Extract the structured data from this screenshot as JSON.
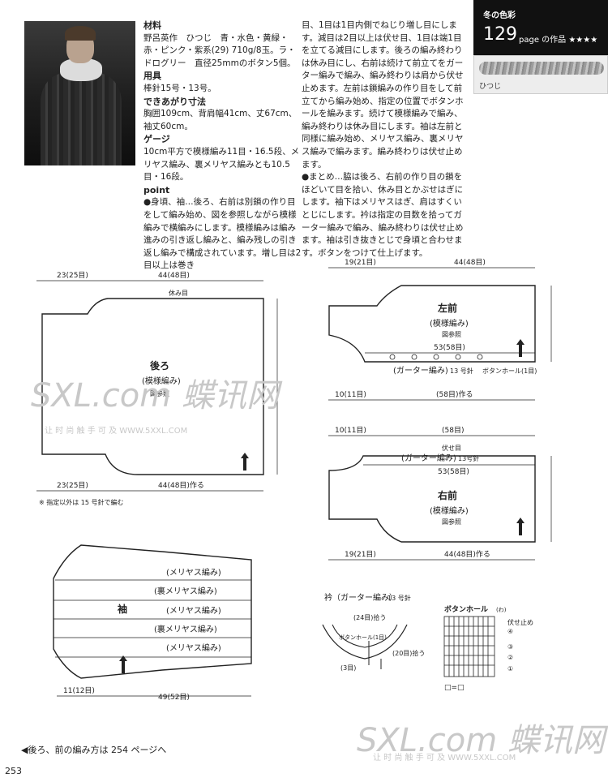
{
  "header": {
    "badge_title": "冬の色彩",
    "badge_number": "129",
    "badge_suffix": "page の作品 ★★★★",
    "yarn_label": "ひつじ"
  },
  "text_left": {
    "materials_head": "材料",
    "materials_body": "野呂英作　ひつじ　青・水色・黄緑・赤・ピンク・紫系(29) 710g/8玉。ラ・ドログリー　直径25mmのボタン5個。",
    "tools_head": "用具",
    "tools_body": "棒針15号・13号。",
    "size_head": "できあがり寸法",
    "size_body": "胸囲109cm、背肩幅41cm、丈67cm、袖丈60cm。",
    "gauge_head": "ゲージ",
    "gauge_body": "10cm平方で模様編み11目・16.5段、メリヤス編み、裏メリヤス編みとも10.5目・16段。",
    "point_head": "point",
    "point_body": "●身頃、袖…後ろ、右前は別鎖の作り目をして編み始め、図を参照しながら模様編みで横編みにします。模様編みは編み進みの引き返し編みと、編み残しの引き返し編みで構成されています。増し目は2目以上は巻き"
  },
  "text_right": {
    "body": "目、1目は1目内側でねじり増し目にします。減目は2目以上は伏せ目、1目は端1目を立てる減目にします。後ろの編み終わりは休み目にし、右前は続けて前立てをガーター編みで編み、編み終わりは肩から伏せ止めます。左前は鎖編みの作り目をして前立てから編み始め、指定の位置でボタンホールを編みます。続けて模様編みで編み、編み終わりは休み目にします。袖は左前と同様に編み始め、メリヤス編み、裏メリヤス編みで編みます。編み終わりは伏せ止めます。",
    "summary": "●まとめ…脇は後ろ、右前の作り目の鎖をほどいて目を拾い、休み目とかぶせはぎにします。袖下はメリヤスはぎ、肩はすくいとじにします。衿は指定の目数を拾ってガーター編みで編み、編み終わりは伏せ止めます。袖は引き抜きとじで身頃と合わせます。ボタンをつけて仕上げます。"
  },
  "back": {
    "dim_top_left": "23(25目)",
    "dim_top_right": "44(48目)",
    "rest": "休み目",
    "title": "後ろ",
    "pattern": "(模様編み)",
    "ref": "図参照",
    "dim_bottom_left": "23(25目)",
    "dim_bottom_right": "44(48目)作る",
    "note": "※ 指定以外は 15 号針で編む"
  },
  "left_front": {
    "dim_top_left": "19(21目)",
    "dim_top_right": "44(48目)",
    "title": "左前",
    "pattern": "(模様編み)",
    "ref": "図参照",
    "band": "(ガーター編み)",
    "needle": "13 号針",
    "buttonhole": "ボタンホール(1目)",
    "count": "53(58目)",
    "dim_bottom_left": "10(11目)",
    "dim_bottom_right": "(58目)作る"
  },
  "right_front": {
    "dim_top_left": "10(11目)",
    "dim_top_right": "(58目)",
    "bind_off": "伏せ目",
    "band": "(ガーター編み)",
    "needle": "13号針",
    "count": "53(58目)",
    "title": "右前",
    "pattern": "(模様編み)",
    "ref": "図参照",
    "dim_bottom_left": "19(21目)",
    "dim_bottom_right": "44(48目)作る"
  },
  "sleeve": {
    "title": "袖",
    "rows": [
      "(メリヤス編み)",
      "(裏メリヤス編み)",
      "(メリヤス編み)",
      "(裏メリヤス編み)",
      "(メリヤス編み)"
    ],
    "dim_bottom_left": "11(12目)",
    "dim_bottom_right": "49(52目)"
  },
  "collar": {
    "title": "衿（ガーター編み）",
    "needle": "13 号針",
    "top": "(24目)拾う",
    "bh": "ボタンホール(1目)",
    "pick": "(20目)拾う",
    "edge": "(3目)"
  },
  "buttonhole_chart": {
    "title": "ボタンホール",
    "unit": "(わ)",
    "label": "伏せ止め",
    "marks": [
      "④",
      "③",
      "②",
      "①"
    ],
    "legend": "□=□"
  },
  "footer": {
    "note": "◀後ろ、前の編み方は 254 ページへ",
    "page": "253"
  },
  "watermark": {
    "site": "SXL.com",
    "brand": "蝶讯网",
    "sub": "让 时 尚 触 手 可 及",
    "url": "WWW.5XXL.COM"
  }
}
